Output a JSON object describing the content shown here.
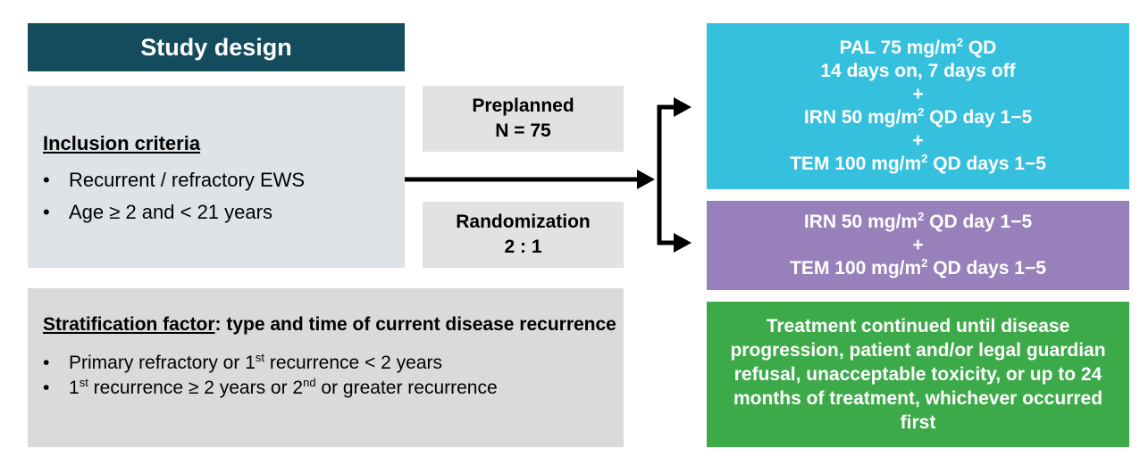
{
  "title": "Study design",
  "inclusion": {
    "heading": "Inclusion criteria",
    "items": [
      "Recurrent / refractory EWS",
      "Age ≥ 2 and < 21 years"
    ]
  },
  "preplanned": {
    "line1": "Preplanned",
    "line2": "N = 75"
  },
  "randomization": {
    "line1": "Randomization",
    "line2": "2 : 1"
  },
  "stratification": {
    "heading_underlined": "Stratification factor",
    "heading_rest": ": type and time of current disease recurrence",
    "item1": {
      "pre": "Primary refractory or 1",
      "sup": "st",
      "post": " recurrence < 2 years"
    },
    "item2": {
      "pre": "1",
      "sup1": "st",
      "mid": " recurrence ≥ 2 years or 2",
      "sup2": "nd",
      "post": " or greater recurrence"
    }
  },
  "arm_a": {
    "l1_pre": "PAL 75 mg/m",
    "l1_sup": "2",
    "l1_post": " QD",
    "l2": "14 days on, 7 days off",
    "plus1": "+",
    "l3_pre": "IRN 50 mg/m",
    "l3_sup": "2",
    "l3_post": " QD day 1−5",
    "plus2": "+",
    "l4_pre": "TEM 100 mg/m",
    "l4_sup": "2",
    "l4_post": " QD days 1−5"
  },
  "arm_b": {
    "l1_pre": "IRN 50 mg/m",
    "l1_sup": "2",
    "l1_post": " QD day 1−5",
    "plus": "+",
    "l2_pre": "TEM 100 mg/m",
    "l2_sup": "2",
    "l2_post": " QD days 1−5"
  },
  "treatment": "Treatment continued until disease progression, patient and/or legal guardian refusal, unacceptable toxicity, or up to 24 months of treatment, whichever occurred first",
  "colors": {
    "title_bar": "#144c5e",
    "arm_a": "#35c0de",
    "arm_b": "#9880ba",
    "treatment": "#3daa4a"
  }
}
